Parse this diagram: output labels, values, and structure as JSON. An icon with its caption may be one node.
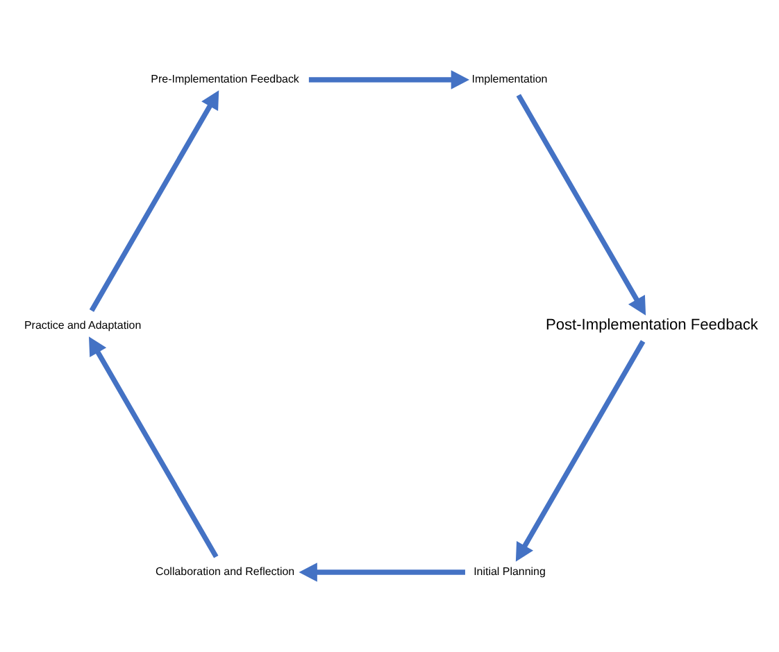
{
  "diagram": {
    "nodes": [
      {
        "text": [
          "Initial Planning"
        ]
      },
      {
        "text": [
          "Collaboration and Reflection"
        ]
      },
      {
        "text": [
          "Practice and Adaptation"
        ]
      },
      {
        "text": [
          "Pre-Implementation Feedback"
        ]
      },
      {
        "text": [
          "Implementation"
        ]
      },
      {
        "text": [
          "Post-Implementation Feedback"
        ]
      }
    ],
    "edges": [
      {
        "from": 0,
        "to": 1,
        "arrow": "to"
      },
      {
        "from": 1,
        "to": 2,
        "arrow": "to"
      },
      {
        "from": 2,
        "to": 3,
        "arrow": "to"
      },
      {
        "from": 3,
        "to": 4,
        "arrow": "to"
      },
      {
        "from": 4,
        "to": 5,
        "arrow": "to"
      },
      {
        "from": 5,
        "to": 0,
        "arrow": "to"
      }
    ]
  }
}
